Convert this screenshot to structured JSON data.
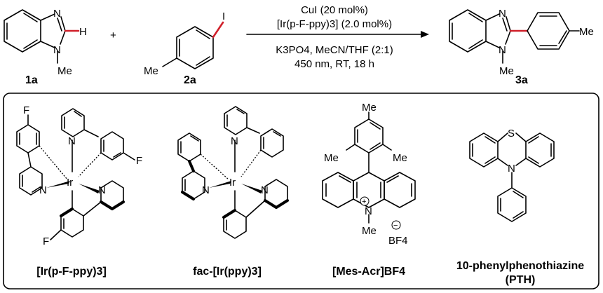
{
  "reaction": {
    "reactant1_h": "H",
    "reactant1_n_top": "N",
    "reactant1_n_bottom": "N",
    "reactant1_me": "Me",
    "reactant1_label": "1a",
    "plus": "+",
    "reactant2_iodo": "I",
    "reactant2_me": "Me",
    "reactant2_label": "2a",
    "conditions_above_1": "CuI (20 mol%)",
    "conditions_above_2": "[Ir(p-F-ppy)3] (2.0 mol%)",
    "conditions_below_1": "K3PO4, MeCN/THF (2:1)",
    "conditions_below_2": "450 nm, RT, 18 h",
    "product_n_top": "N",
    "product_n_bottom": "N",
    "product_me_n": "Me",
    "product_me_aryl": "Me",
    "product_label": "3a"
  },
  "catalysts": [
    {
      "caption": "[Ir(p-F-ppy)3]",
      "metal": "Ir",
      "n": "N",
      "f": "F"
    },
    {
      "caption": "fac-[Ir(ppy)3]",
      "metal": "Ir",
      "n": "N"
    },
    {
      "caption": "[Mes-Acr]BF4",
      "me": "Me",
      "n": "N",
      "plus": "+",
      "minus": "−",
      "counterion": "BF4"
    },
    {
      "caption_line1": "10-phenylphenothiazine",
      "caption_line2": "(PTH)",
      "s": "S",
      "n": "N"
    }
  ],
  "colors": {
    "highlight_bond": "#d0202a",
    "line": "#000000",
    "background": "#ffffff"
  }
}
